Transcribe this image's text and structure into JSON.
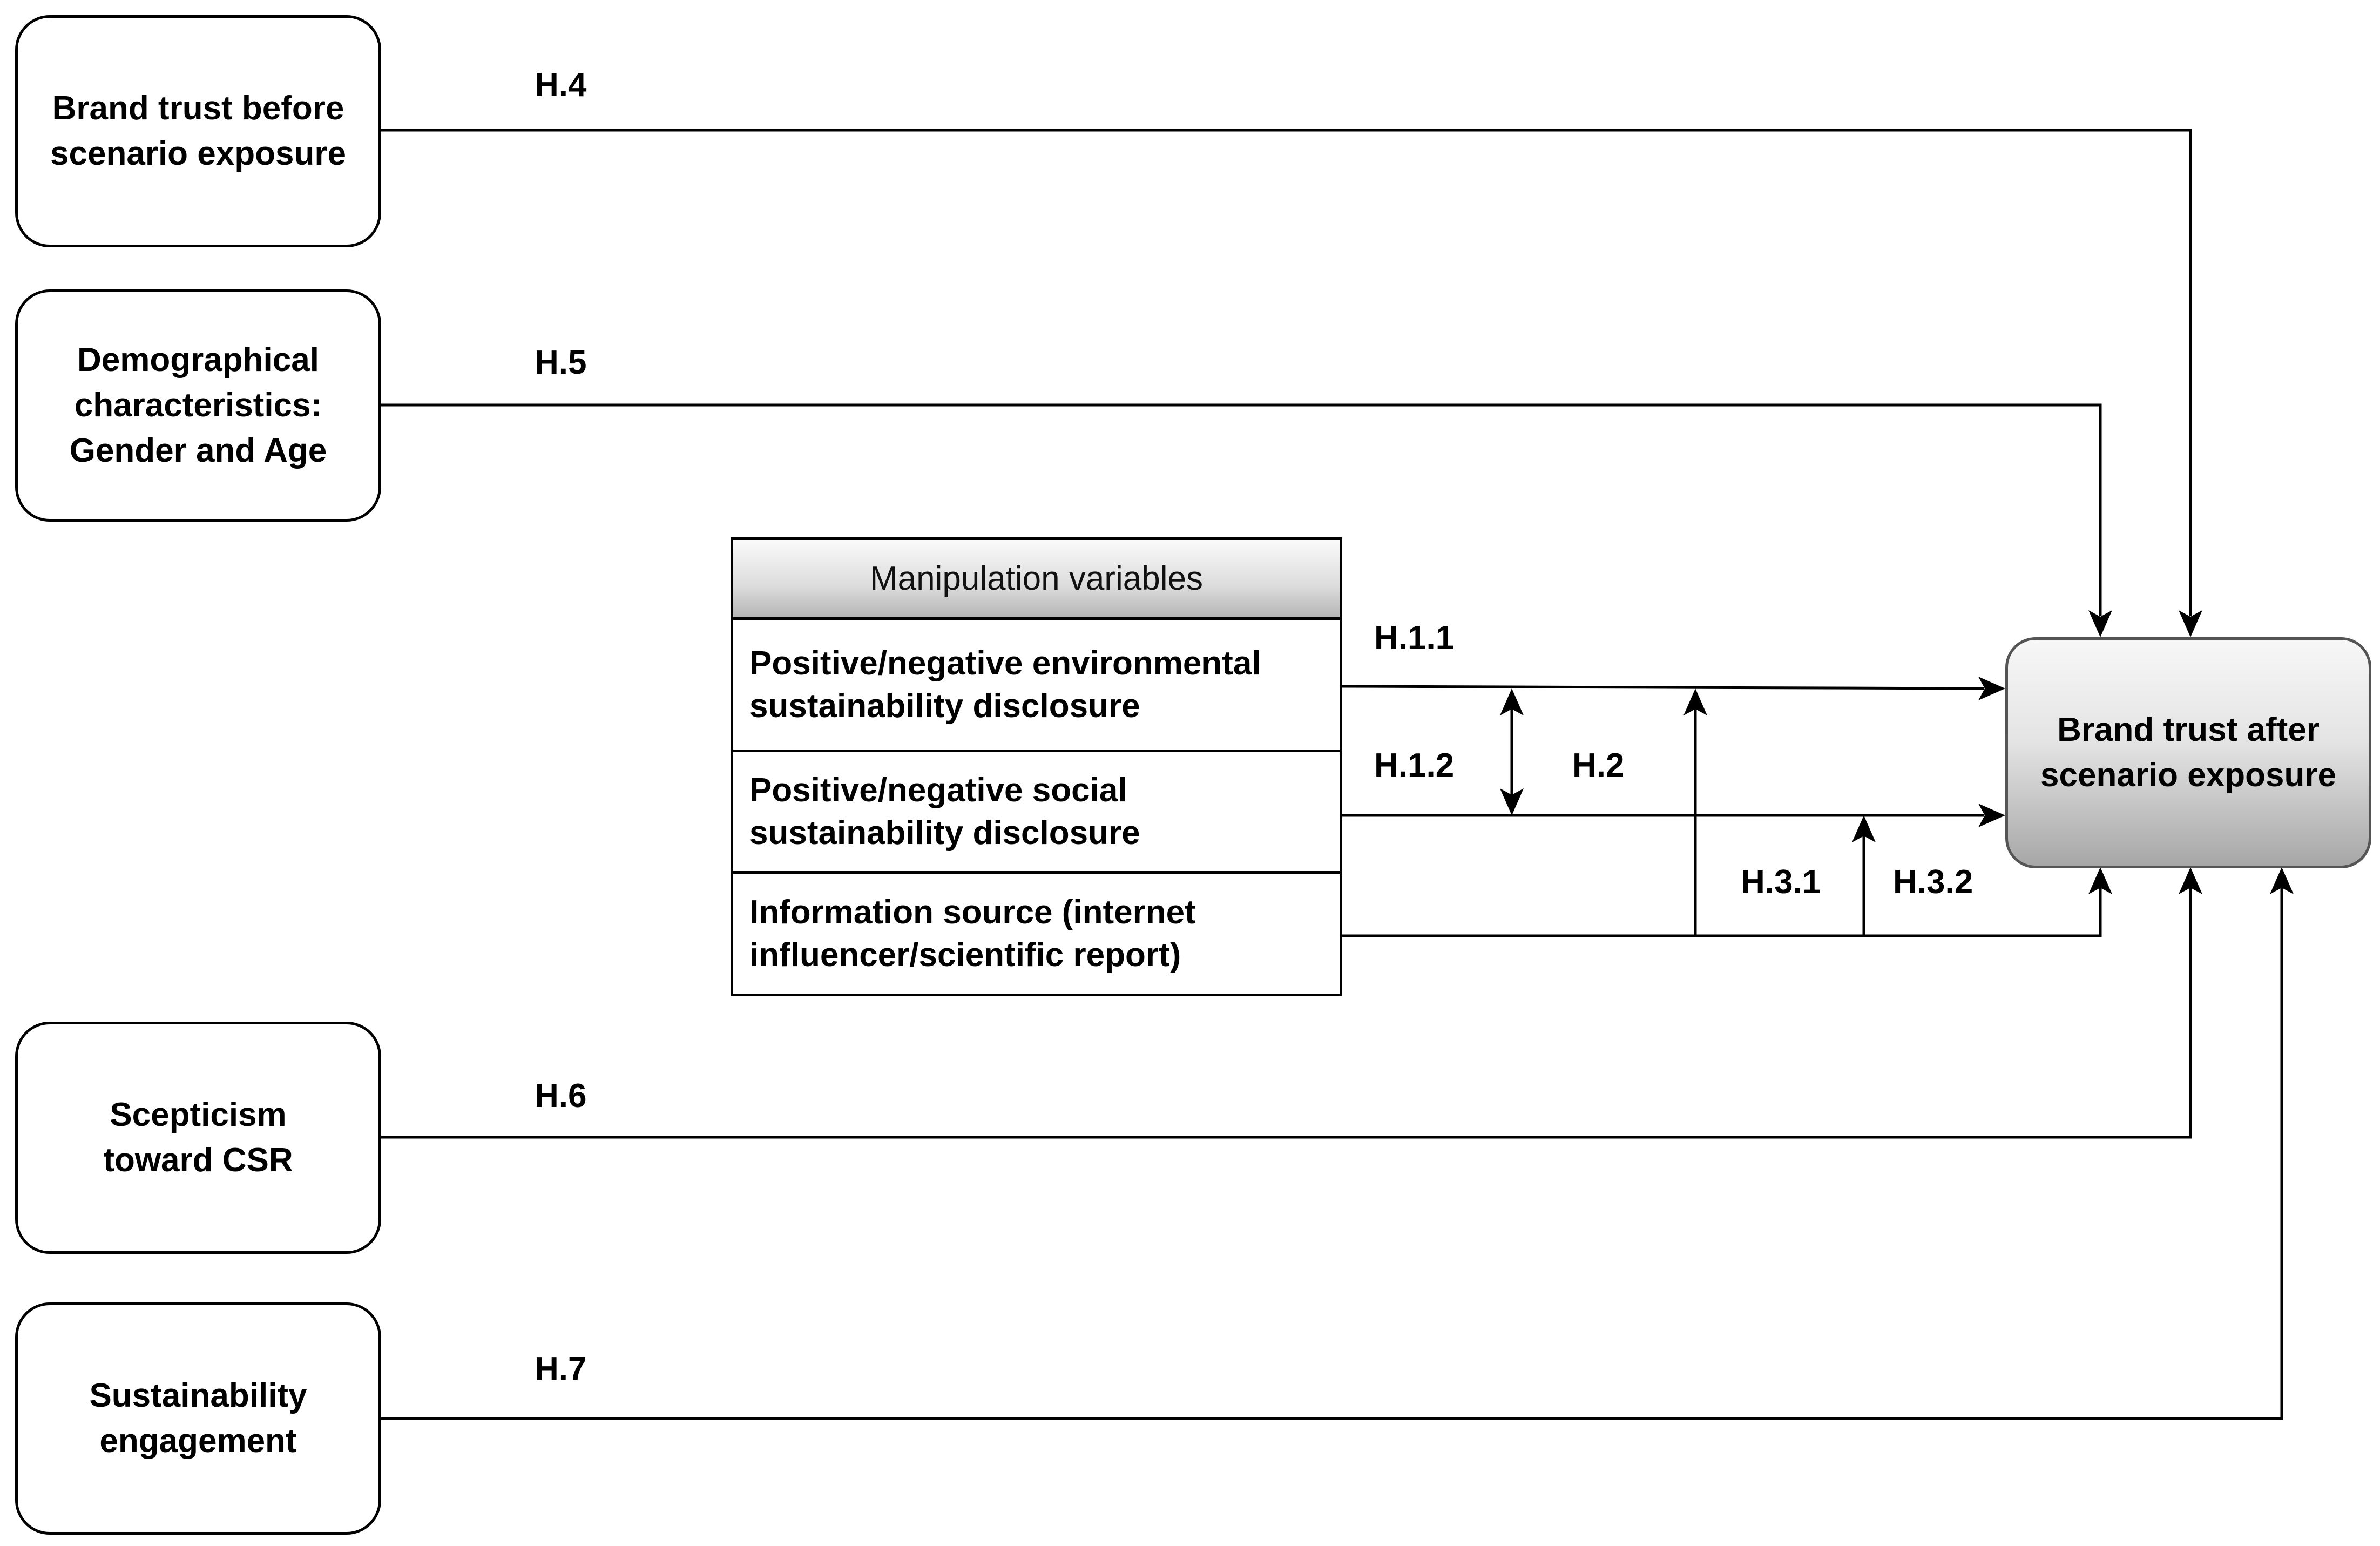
{
  "nodes": {
    "brand_trust_before": "Brand trust before\nscenario exposure",
    "demographics": "Demographical\ncharacteristics:\nGender and Age",
    "scepticism": "Scepticism\ntoward CSR",
    "engagement": "Sustainability\nengagement",
    "brand_trust_after": "Brand trust after\nscenario exposure"
  },
  "manipulation": {
    "header": "Manipulation variables",
    "rows": [
      "Positive/negative environmental\nsustainability disclosure",
      "Positive/negative social\nsustainability disclosure",
      "Information source (internet\ninfluencer/scientific report)"
    ]
  },
  "hypotheses": {
    "h4": "H.4",
    "h5": "H.5",
    "h6": "H.6",
    "h7": "H.7",
    "h1_1": "H.1.1",
    "h1_2": "H.1.2",
    "h2": "H.2",
    "h3_1": "H.3.1",
    "h3_2": "H.3.2"
  },
  "colors": {
    "line": "#000000",
    "target_border": "#555555"
  }
}
